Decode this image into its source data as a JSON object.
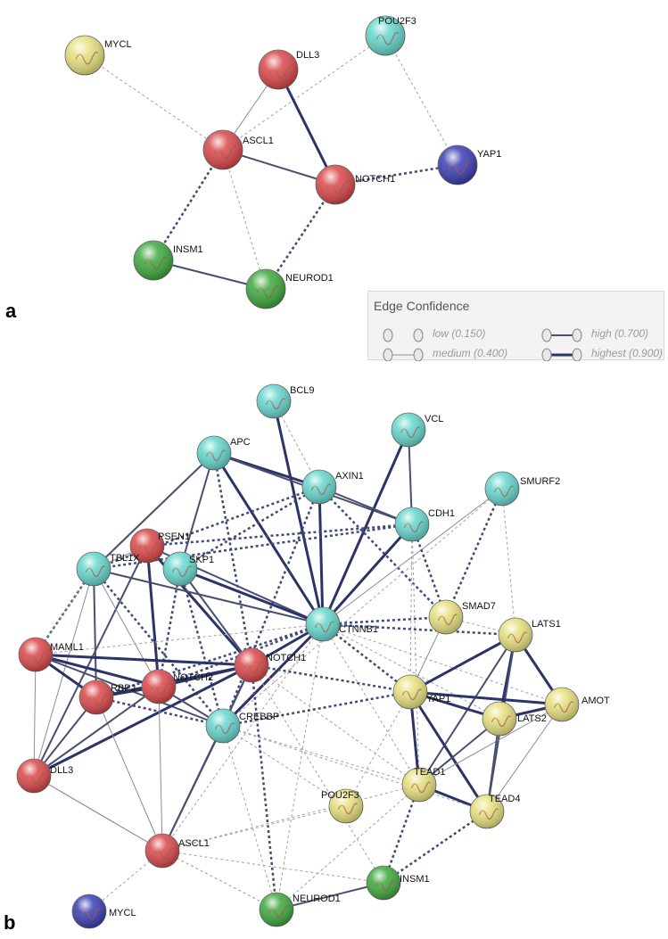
{
  "panel_a": {
    "label": "a",
    "nodes": [
      {
        "id": "MYCL",
        "color": "#e6e07e"
      },
      {
        "id": "DLL3",
        "color": "#d9474a"
      },
      {
        "id": "POU2F3",
        "color": "#66d6cc"
      },
      {
        "id": "ASCL1",
        "color": "#d9474a"
      },
      {
        "id": "YAP1",
        "color": "#3a3fb0"
      },
      {
        "id": "NOTCH1",
        "color": "#d9474a"
      },
      {
        "id": "INSM1",
        "color": "#3ea83e"
      },
      {
        "id": "NEUROD1",
        "color": "#3ea83e"
      }
    ],
    "edges": [
      {
        "from": "MYCL",
        "to": "ASCL1",
        "confidence": "low"
      },
      {
        "from": "ASCL1",
        "to": "DLL3",
        "confidence": "medium"
      },
      {
        "from": "ASCL1",
        "to": "POU2F3",
        "confidence": "low"
      },
      {
        "from": "DLL3",
        "to": "NOTCH1",
        "confidence": "highest"
      },
      {
        "from": "ASCL1",
        "to": "NOTCH1",
        "confidence": "high"
      },
      {
        "from": "POU2F3",
        "to": "YAP1",
        "confidence": "low"
      },
      {
        "from": "NOTCH1",
        "to": "YAP1",
        "confidence": "medium-dotted"
      },
      {
        "from": "ASCL1",
        "to": "INSM1",
        "confidence": "medium-dotted"
      },
      {
        "from": "ASCL1",
        "to": "NEUROD1",
        "confidence": "low"
      },
      {
        "from": "NOTCH1",
        "to": "NEUROD1",
        "confidence": "medium-dotted"
      },
      {
        "from": "INSM1",
        "to": "NEUROD1",
        "confidence": "high"
      }
    ]
  },
  "panel_b": {
    "label": "b",
    "nodes": [
      {
        "id": "BCL9",
        "color": "#66d6cc"
      },
      {
        "id": "VCL",
        "color": "#66d6cc"
      },
      {
        "id": "APC",
        "color": "#66d6cc"
      },
      {
        "id": "AXIN1",
        "color": "#66d6cc"
      },
      {
        "id": "SMURF2",
        "color": "#66d6cc"
      },
      {
        "id": "CDH1",
        "color": "#66d6cc"
      },
      {
        "id": "PSEN1",
        "color": "#d9474a"
      },
      {
        "id": "TBL1X",
        "color": "#66d6cc"
      },
      {
        "id": "SKP1",
        "color": "#66d6cc"
      },
      {
        "id": "SMAD7",
        "color": "#e6e07e"
      },
      {
        "id": "LATS1",
        "color": "#e6e07e"
      },
      {
        "id": "CTNNB1",
        "color": "#66d6cc"
      },
      {
        "id": "MAML1",
        "color": "#d9474a"
      },
      {
        "id": "NOTCH1",
        "color": "#d9474a"
      },
      {
        "id": "RBPJ",
        "color": "#d9474a"
      },
      {
        "id": "NOTCH2",
        "color": "#d9474a"
      },
      {
        "id": "YAP1",
        "color": "#e6e07e"
      },
      {
        "id": "AMOT",
        "color": "#e6e07e"
      },
      {
        "id": "LATS2",
        "color": "#e6e07e"
      },
      {
        "id": "CREBBP",
        "color": "#66d6cc"
      },
      {
        "id": "DLL3",
        "color": "#d9474a"
      },
      {
        "id": "TEAD1",
        "color": "#e6e07e"
      },
      {
        "id": "POU2F3",
        "color": "#e6e07e"
      },
      {
        "id": "TEAD4",
        "color": "#e6e07e"
      },
      {
        "id": "ASCL1",
        "color": "#d9474a"
      },
      {
        "id": "INSM1",
        "color": "#3ea83e"
      },
      {
        "id": "NEUROD1",
        "color": "#3ea83e"
      },
      {
        "id": "MYCL",
        "color": "#3a3fb0"
      }
    ],
    "edges": [
      {
        "from": "BCL9",
        "to": "AXIN1",
        "confidence": "low"
      },
      {
        "from": "BCL9",
        "to": "CTNNB1",
        "confidence": "highest"
      },
      {
        "from": "APC",
        "to": "AXIN1",
        "confidence": "highest"
      },
      {
        "from": "APC",
        "to": "CTNNB1",
        "confidence": "highest"
      },
      {
        "from": "APC",
        "to": "CDH1",
        "confidence": "high"
      },
      {
        "from": "APC",
        "to": "TBL1X",
        "confidence": "high"
      },
      {
        "from": "APC",
        "to": "SKP1",
        "confidence": "high"
      },
      {
        "from": "APC",
        "to": "NOTCH1",
        "confidence": "medium-dotted"
      },
      {
        "from": "VCL",
        "to": "CDH1",
        "confidence": "high"
      },
      {
        "from": "VCL",
        "to": "CTNNB1",
        "confidence": "highest"
      },
      {
        "from": "AXIN1",
        "to": "CTNNB1",
        "confidence": "highest"
      },
      {
        "from": "AXIN1",
        "to": "CDH1",
        "confidence": "high"
      },
      {
        "from": "AXIN1",
        "to": "SMAD7",
        "confidence": "medium-dotted"
      },
      {
        "from": "AXIN1",
        "to": "SKP1",
        "confidence": "medium-dotted"
      },
      {
        "from": "AXIN1",
        "to": "TBL1X",
        "confidence": "medium-dotted"
      },
      {
        "from": "AXIN1",
        "to": "CREBBP",
        "confidence": "medium-dotted"
      },
      {
        "from": "SMURF2",
        "to": "SMAD7",
        "confidence": "medium-dotted"
      },
      {
        "from": "SMURF2",
        "to": "CTNNB1",
        "confidence": "medium"
      },
      {
        "from": "SMURF2",
        "to": "LATS1",
        "confidence": "low"
      },
      {
        "from": "SMURF2",
        "to": "CREBBP",
        "confidence": "low"
      },
      {
        "from": "CDH1",
        "to": "CTNNB1",
        "confidence": "highest"
      },
      {
        "from": "CDH1",
        "to": "PSEN1",
        "confidence": "medium-dotted"
      },
      {
        "from": "CDH1",
        "to": "TBL1X",
        "confidence": "medium-dotted"
      },
      {
        "from": "CDH1",
        "to": "SMAD7",
        "confidence": "medium-dotted"
      },
      {
        "from": "CDH1",
        "to": "YAP1",
        "confidence": "low"
      },
      {
        "from": "CDH1",
        "to": "TEAD1",
        "confidence": "low"
      },
      {
        "from": "PSEN1",
        "to": "CTNNB1",
        "confidence": "high"
      },
      {
        "from": "PSEN1",
        "to": "NOTCH1",
        "confidence": "highest"
      },
      {
        "from": "PSEN1",
        "to": "NOTCH2",
        "confidence": "highest"
      },
      {
        "from": "PSEN1",
        "to": "TBL1X",
        "confidence": "medium"
      },
      {
        "from": "PSEN1",
        "to": "DLL3",
        "confidence": "high"
      },
      {
        "from": "TBL1X",
        "to": "CTNNB1",
        "confidence": "high"
      },
      {
        "from": "TBL1X",
        "to": "MAML1",
        "confidence": "medium-dotted"
      },
      {
        "from": "TBL1X",
        "to": "RBPJ",
        "confidence": "high"
      },
      {
        "from": "TBL1X",
        "to": "NOTCH2",
        "confidence": "medium"
      },
      {
        "from": "TBL1X",
        "to": "DLL3",
        "confidence": "medium"
      },
      {
        "from": "TBL1X",
        "to": "CREBBP",
        "confidence": "medium-dotted"
      },
      {
        "from": "SKP1",
        "to": "CTNNB1",
        "confidence": "highest"
      },
      {
        "from": "SKP1",
        "to": "NOTCH1",
        "confidence": "high"
      },
      {
        "from": "SKP1",
        "to": "NOTCH2",
        "confidence": "medium-dotted"
      },
      {
        "from": "SKP1",
        "to": "CREBBP",
        "confidence": "medium-dotted"
      },
      {
        "from": "CTNNB1",
        "to": "NOTCH1",
        "confidence": "highest"
      },
      {
        "from": "CTNNB1",
        "to": "CREBBP",
        "confidence": "highest"
      },
      {
        "from": "CTNNB1",
        "to": "SMAD7",
        "confidence": "medium-dotted"
      },
      {
        "from": "CTNNB1",
        "to": "LATS1",
        "confidence": "medium-dotted"
      },
      {
        "from": "CTNNB1",
        "to": "YAP1",
        "confidence": "medium-dotted"
      },
      {
        "from": "CTNNB1",
        "to": "LATS2",
        "confidence": "low"
      },
      {
        "from": "CTNNB1",
        "to": "AMOT",
        "confidence": "low"
      },
      {
        "from": "CTNNB1",
        "to": "TEAD1",
        "confidence": "low"
      },
      {
        "from": "CTNNB1",
        "to": "RBPJ",
        "confidence": "medium-dotted"
      },
      {
        "from": "CTNNB1",
        "to": "MAML1",
        "confidence": "low"
      },
      {
        "from": "CTNNB1",
        "to": "NOTCH2",
        "confidence": "medium-dotted"
      },
      {
        "from": "CTNNB1",
        "to": "ASCL1",
        "confidence": "low"
      },
      {
        "from": "CTNNB1",
        "to": "NEUROD1",
        "confidence": "low"
      },
      {
        "from": "SMAD7",
        "to": "YAP1",
        "confidence": "medium"
      },
      {
        "from": "SMAD7",
        "to": "LATS1",
        "confidence": "low"
      },
      {
        "from": "LATS1",
        "to": "YAP1",
        "confidence": "highest"
      },
      {
        "from": "LATS1",
        "to": "LATS2",
        "confidence": "highest"
      },
      {
        "from": "LATS1",
        "to": "AMOT",
        "confidence": "highest"
      },
      {
        "from": "LATS1",
        "to": "TEAD1",
        "confidence": "high"
      },
      {
        "from": "LATS1",
        "to": "TEAD4",
        "confidence": "high"
      },
      {
        "from": "MAML1",
        "to": "NOTCH1",
        "confidence": "highest"
      },
      {
        "from": "MAML1",
        "to": "NOTCH2",
        "confidence": "highest"
      },
      {
        "from": "MAML1",
        "to": "RBPJ",
        "confidence": "highest"
      },
      {
        "from": "MAML1",
        "to": "CREBBP",
        "confidence": "high"
      },
      {
        "from": "MAML1",
        "to": "DLL3",
        "confidence": "medium"
      },
      {
        "from": "NOTCH1",
        "to": "RBPJ",
        "confidence": "highest"
      },
      {
        "from": "NOTCH1",
        "to": "NOTCH2",
        "confidence": "highest"
      },
      {
        "from": "NOTCH1",
        "to": "CREBBP",
        "confidence": "high"
      },
      {
        "from": "NOTCH1",
        "to": "DLL3",
        "confidence": "highest"
      },
      {
        "from": "NOTCH1",
        "to": "ASCL1",
        "confidence": "high"
      },
      {
        "from": "NOTCH1",
        "to": "YAP1",
        "confidence": "medium-dotted"
      },
      {
        "from": "NOTCH1",
        "to": "TEAD1",
        "confidence": "low"
      },
      {
        "from": "NOTCH1",
        "to": "INSM1",
        "confidence": "low"
      },
      {
        "from": "NOTCH1",
        "to": "NEUROD1",
        "confidence": "medium-dotted"
      },
      {
        "from": "RBPJ",
        "to": "NOTCH2",
        "confidence": "highest"
      },
      {
        "from": "RBPJ",
        "to": "CREBBP",
        "confidence": "medium-dotted"
      },
      {
        "from": "RBPJ",
        "to": "DLL3",
        "confidence": "high"
      },
      {
        "from": "RBPJ",
        "to": "ASCL1",
        "confidence": "medium"
      },
      {
        "from": "NOTCH2",
        "to": "CREBBP",
        "confidence": "high"
      },
      {
        "from": "NOTCH2",
        "to": "DLL3",
        "confidence": "high"
      },
      {
        "from": "NOTCH2",
        "to": "ASCL1",
        "confidence": "medium"
      },
      {
        "from": "YAP1",
        "to": "LATS2",
        "confidence": "highest"
      },
      {
        "from": "YAP1",
        "to": "AMOT",
        "confidence": "highest"
      },
      {
        "from": "YAP1",
        "to": "TEAD1",
        "confidence": "highest"
      },
      {
        "from": "YAP1",
        "to": "TEAD4",
        "confidence": "highest"
      },
      {
        "from": "YAP1",
        "to": "POU2F3",
        "confidence": "low"
      },
      {
        "from": "YAP1",
        "to": "CREBBP",
        "confidence": "medium-dotted"
      },
      {
        "from": "AMOT",
        "to": "LATS2",
        "confidence": "highest"
      },
      {
        "from": "AMOT",
        "to": "TEAD1",
        "confidence": "medium"
      },
      {
        "from": "AMOT",
        "to": "TEAD4",
        "confidence": "medium"
      },
      {
        "from": "LATS2",
        "to": "TEAD1",
        "confidence": "high"
      },
      {
        "from": "LATS2",
        "to": "TEAD4",
        "confidence": "high"
      },
      {
        "from": "TEAD1",
        "to": "TEAD4",
        "confidence": "highest"
      },
      {
        "from": "TEAD1",
        "to": "INSM1",
        "confidence": "medium-dotted"
      },
      {
        "from": "TEAD4",
        "to": "INSM1",
        "confidence": "medium-dotted"
      },
      {
        "from": "CREBBP",
        "to": "ASCL1",
        "confidence": "high"
      },
      {
        "from": "CREBBP",
        "to": "POU2F3",
        "confidence": "low"
      },
      {
        "from": "CREBBP",
        "to": "TEAD1",
        "confidence": "low"
      },
      {
        "from": "CREBBP",
        "to": "NEUROD1",
        "confidence": "low"
      },
      {
        "from": "CREBBP",
        "to": "TEAD4",
        "confidence": "low"
      },
      {
        "from": "ASCL1",
        "to": "DLL3",
        "confidence": "medium"
      },
      {
        "from": "ASCL1",
        "to": "POU2F3",
        "confidence": "low"
      },
      {
        "from": "ASCL1",
        "to": "INSM1",
        "confidence": "low"
      },
      {
        "from": "ASCL1",
        "to": "NEUROD1",
        "confidence": "low"
      },
      {
        "from": "ASCL1",
        "to": "MYCL",
        "confidence": "low"
      },
      {
        "from": "ASCL1",
        "to": "TEAD1",
        "confidence": "low"
      },
      {
        "from": "NEUROD1",
        "to": "INSM1",
        "confidence": "high"
      },
      {
        "from": "NEUROD1",
        "to": "TEAD1",
        "confidence": "low"
      },
      {
        "from": "DLL3",
        "to": "ASCL1",
        "confidence": "medium"
      },
      {
        "from": "MAML1",
        "to": "TBL1X",
        "confidence": "low"
      }
    ]
  },
  "legend": {
    "title": "Edge Confidence",
    "items": [
      {
        "key": "low",
        "label": "low (0.150)"
      },
      {
        "key": "high",
        "label": "high (0.700)"
      },
      {
        "key": "medium",
        "label": "medium (0.400)"
      },
      {
        "key": "highest",
        "label": "highest (0.900)"
      }
    ]
  },
  "edge_styles": {
    "low": {
      "color": "#a0a0a8",
      "width": 1,
      "dash": "3,3"
    },
    "medium": {
      "color": "#8c8c98",
      "width": 1
    },
    "medium-dotted": {
      "color": "#404a78",
      "width": 2.5,
      "dash": "3,3"
    },
    "high": {
      "color": "#4a4e70",
      "width": 2
    },
    "highest": {
      "color": "#2c3366",
      "width": 3
    }
  }
}
